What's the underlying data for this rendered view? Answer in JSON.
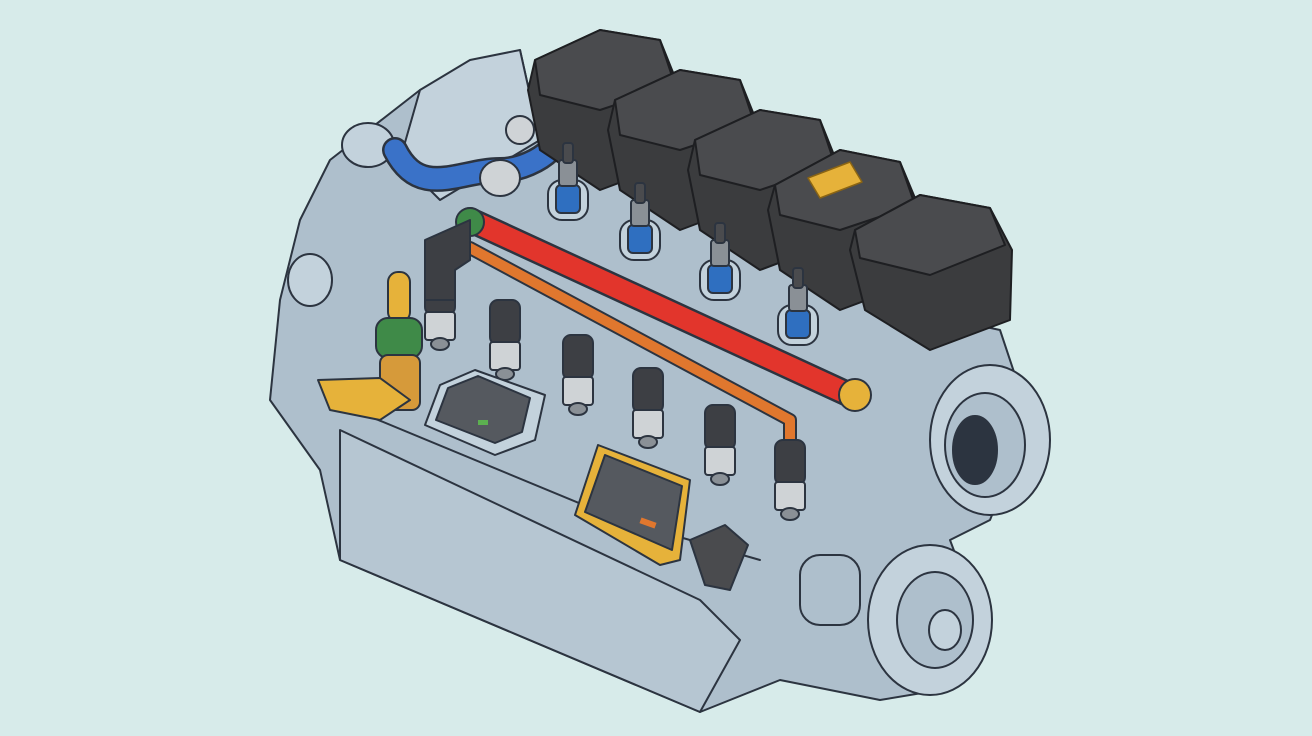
{
  "illustration": {
    "subject": "engine",
    "colors": {
      "background": "#d7ebea",
      "engine_body": "#aebfcc",
      "engine_body_light": "#c3d2dc",
      "outline": "#2c3440",
      "coil_pack": "#3b3c3e",
      "fuel_rail_red": "#e2352c",
      "fuel_line_orange": "#e0772e",
      "spark_plug_blue": "#2f6fc0",
      "hose_blue": "#3a72c8",
      "display_frame_yellow": "#e6b23a",
      "fitting_green": "#3f8a48",
      "injector_dark": "#3d3f44",
      "injector_metal": "#cfd3d6"
    },
    "coil_pack_count": 5,
    "spark_plug_count": 4,
    "injector_count": 6
  }
}
